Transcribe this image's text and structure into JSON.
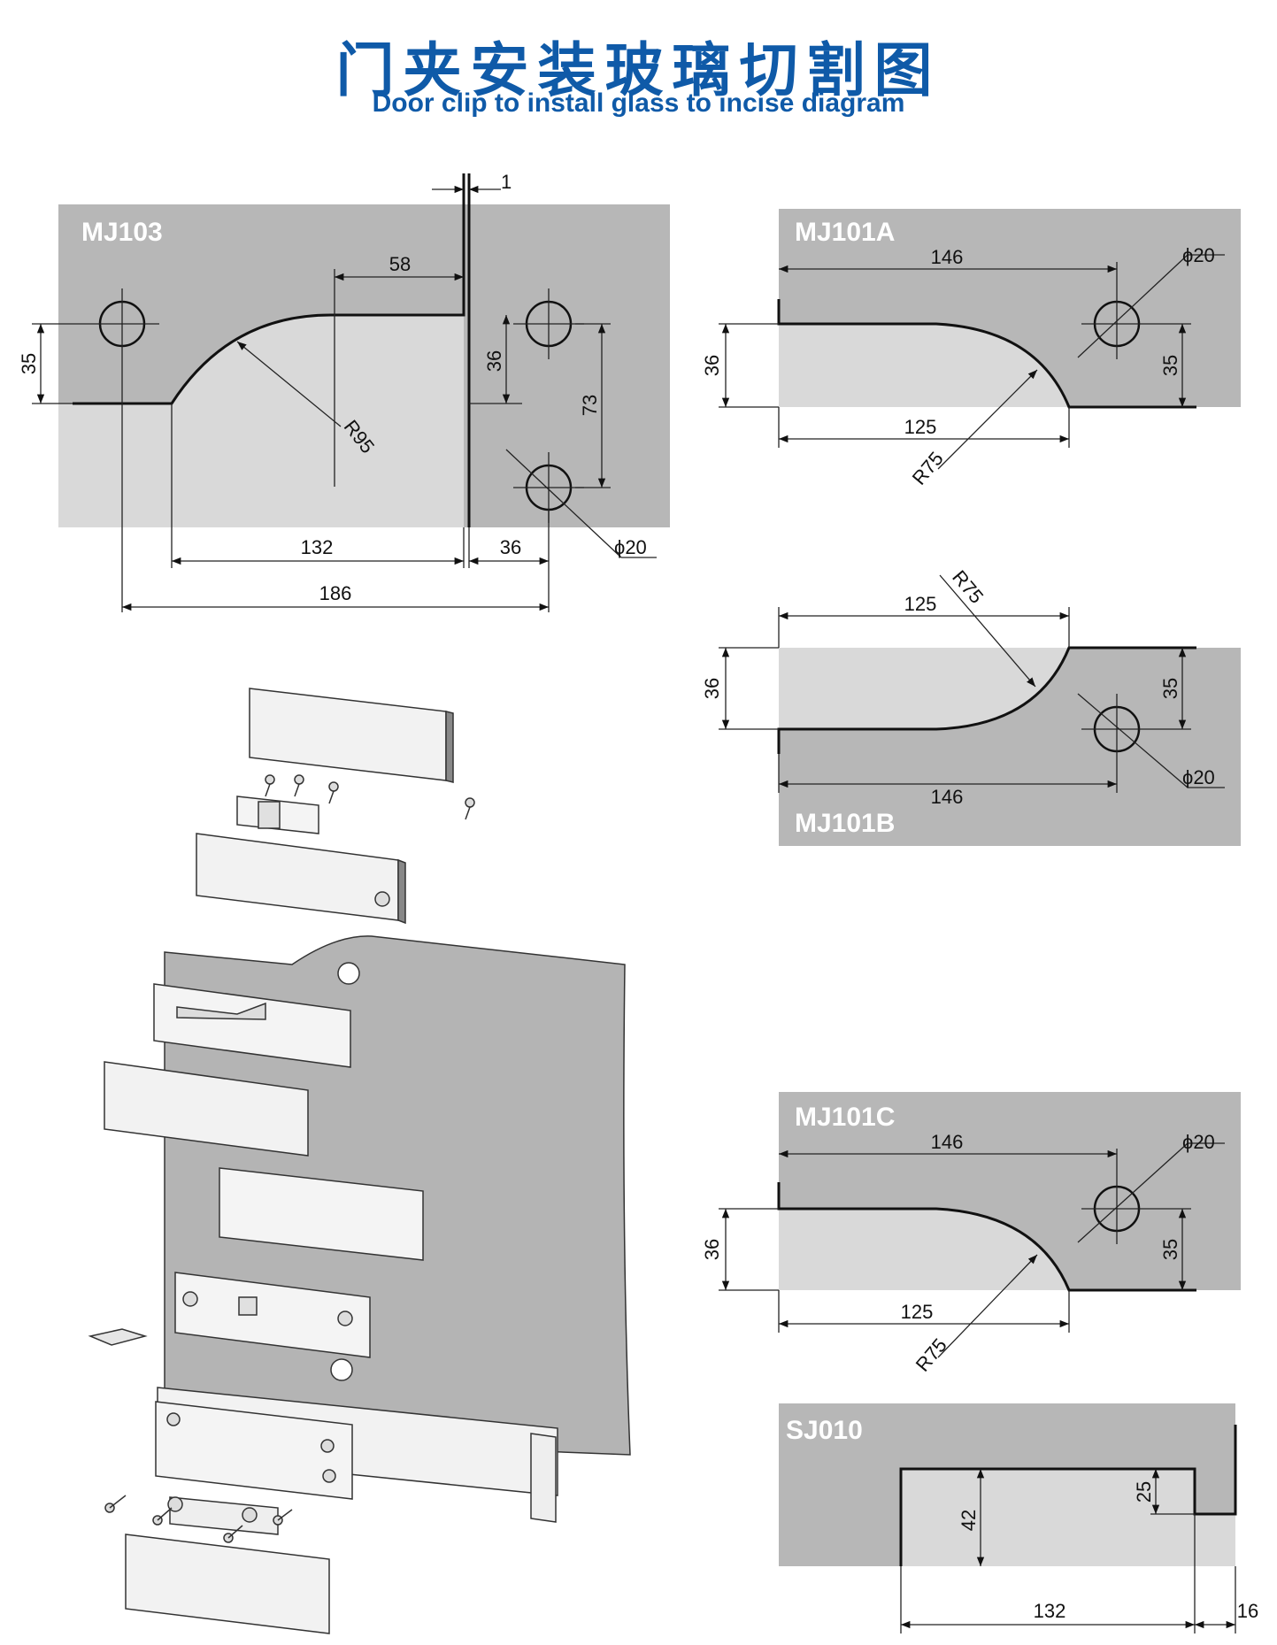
{
  "title": {
    "cn": "门夹安装玻璃切割图",
    "en": "Door clip to install glass to incise diagram"
  },
  "colors": {
    "title": "#0f5aa8",
    "glass_dark": "#b7b7b7",
    "glass_light": "#d9d9d9",
    "line": "#111111"
  },
  "panels": {
    "mj103": {
      "label": "MJ103",
      "dims": {
        "gap": "1",
        "width58": "58",
        "h35": "35",
        "h36": "36",
        "h73": "73",
        "radius": "R95",
        "w132": "132",
        "w36": "36",
        "w186": "186",
        "hole": "ϕ20"
      }
    },
    "mj101a": {
      "label": "MJ101A",
      "dims": {
        "w146": "146",
        "hole": "ϕ20",
        "h36": "36",
        "h35": "35",
        "w125": "125",
        "radius": "R75"
      }
    },
    "mj101b": {
      "label": "MJ101B",
      "dims": {
        "w125": "125",
        "radius": "R75",
        "h36": "36",
        "h35": "35",
        "hole": "ϕ20",
        "w146": "146"
      }
    },
    "mj101c": {
      "label": "MJ101C",
      "dims": {
        "w146": "146",
        "hole": "ϕ20",
        "h36": "36",
        "h35": "35",
        "w125": "125",
        "radius": "R75"
      }
    },
    "sj010": {
      "label": "SJ010",
      "dims": {
        "h42": "42",
        "h25": "25",
        "w132": "132",
        "w16": "16"
      }
    }
  },
  "exploded_view": {
    "icon": "door-clip-exploded-assembly-icon"
  }
}
